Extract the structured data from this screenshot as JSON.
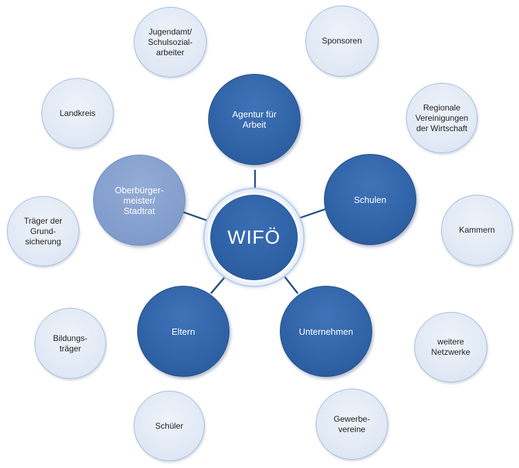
{
  "center": {
    "label": "WIFÖ"
  },
  "inner_nodes": [
    {
      "label": "Agentur für\nArbeit"
    },
    {
      "label": "Schulen"
    },
    {
      "label": "Unternehmen"
    },
    {
      "label": "Eltern"
    },
    {
      "label": "Oberbürger-\nmeister/\nStadtrat"
    }
  ],
  "outer_nodes": [
    {
      "label": "Jugendamt/\nSchulsozial-\narbeiter"
    },
    {
      "label": "Sponsoren"
    },
    {
      "label": "Landkreis"
    },
    {
      "label": "Regionale\nVereinigungen\nder Wirtschaft"
    },
    {
      "label": "Träger der\nGrund-\nsicherung"
    },
    {
      "label": "Kammern"
    },
    {
      "label": "Bildungs-\nträger"
    },
    {
      "label": "weitere\nNetzwerke"
    },
    {
      "label": "Schüler"
    },
    {
      "label": "Gewerbe-\nvereine"
    }
  ],
  "colors": {
    "inner_fill": "#2d5fa3",
    "highlight_fill": "#819dcd",
    "outer_fill": "#dfe8f4",
    "connector": "#244c7e"
  }
}
